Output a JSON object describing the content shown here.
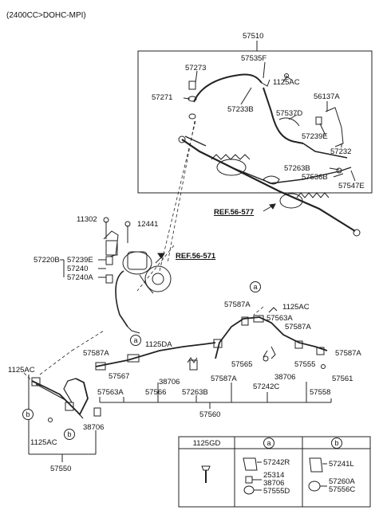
{
  "title": "(2400CC>DOHC-MPI)",
  "refs": {
    "ref_577": "REF.56-577",
    "ref_571": "REF.56-571"
  },
  "callouts": {
    "a": "a",
    "b": "b"
  },
  "labels": {
    "p57510": "57510",
    "p57535F": "57535F",
    "p57273": "57273",
    "p1125AC_top": "1125AC",
    "p57271": "57271",
    "p57233B": "57233B",
    "p56137A": "56137A",
    "p57537D": "57537D",
    "p57239E_top": "57239E",
    "p57232": "57232",
    "p57263B_top": "57263B",
    "p57536B": "57536B",
    "p57547E": "57547E",
    "p11302": "11302",
    "p12441": "12441",
    "p57220B": "57220B",
    "p57239E_mid": "57239E",
    "p57240": "57240",
    "p57240A": "57240A",
    "p57587A_r1": "57587A",
    "p1125AC_r": "1125AC",
    "p57563A_r": "57563A",
    "p57587A_r2": "57587A",
    "p57587A_r3": "57587A",
    "p1125DA": "1125DA",
    "p57587A_l": "57587A",
    "p1125AC_l": "1125AC",
    "p57567": "57567",
    "p38706_c": "38706",
    "p57587A_c": "57587A",
    "p57565": "57565",
    "p38706_r": "38706",
    "p57555": "57555",
    "p57561": "57561",
    "p57563A_l": "57563A",
    "p57566": "57566",
    "p57263B_b": "57263B",
    "p57242C": "57242C",
    "p57558": "57558",
    "p57560": "57560",
    "p1125AC_b": "1125AC",
    "p38706_b": "38706",
    "p57550": "57550"
  },
  "legend": {
    "col1_header": "1125GD",
    "col2_circle": "a",
    "col3_circle": "b",
    "a_57242R": "57242R",
    "a_25314": "25314",
    "a_38706": "38706",
    "a_57555D": "57555D",
    "b_57241L": "57241L",
    "b_57260A": "57260A",
    "b_57556C": "57556C"
  }
}
